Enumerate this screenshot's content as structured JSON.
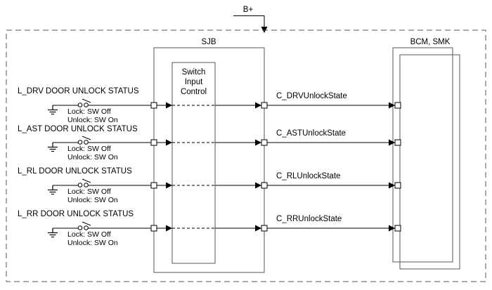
{
  "diagram": {
    "title_power": "B+",
    "enclosure_label": "",
    "modules": {
      "sjb": {
        "label": "SJB",
        "inner_block_lines": [
          "Switch",
          "Input",
          "Control"
        ]
      },
      "bcm_smk": {
        "label": "BCM, SMK"
      }
    },
    "inputs": [
      {
        "name": "L_DRV DOOR UNLOCK STATUS",
        "prefix": "L_DRV",
        "suffix": "DOOR UNLOCK STATUS",
        "note_lock": "Lock: SW Off",
        "note_unlock": "Unlock: SW On",
        "signal": "C_DRVUnlockState"
      },
      {
        "name": "L_AST DOOR UNLOCK STATUS",
        "prefix": "L_AST",
        "suffix": "DOOR UNLOCK STATUS",
        "note_lock": "Lock: SW Off",
        "note_unlock": "Unlock: SW On",
        "signal": "C_ASTUnlockState"
      },
      {
        "name": "L_RL   DOOR UNLOCK STATUS",
        "prefix": "L_RL",
        "suffix": "DOOR UNLOCK STATUS",
        "note_lock": "Lock: SW Off",
        "note_unlock": "Unlock: SW On",
        "signal": "C_RLUnlockState"
      },
      {
        "name": "L_RR   DOOR UNLOCK STATUS",
        "prefix": "L_RR",
        "suffix": "DOOR UNLOCK STATUS",
        "note_lock": "Lock: SW Off",
        "note_unlock": "Unlock: SW On",
        "signal": "C_RRUnlockState"
      }
    ],
    "colors": {
      "line": "#000000",
      "box_outline": "#555555",
      "background": "#ffffff"
    }
  }
}
